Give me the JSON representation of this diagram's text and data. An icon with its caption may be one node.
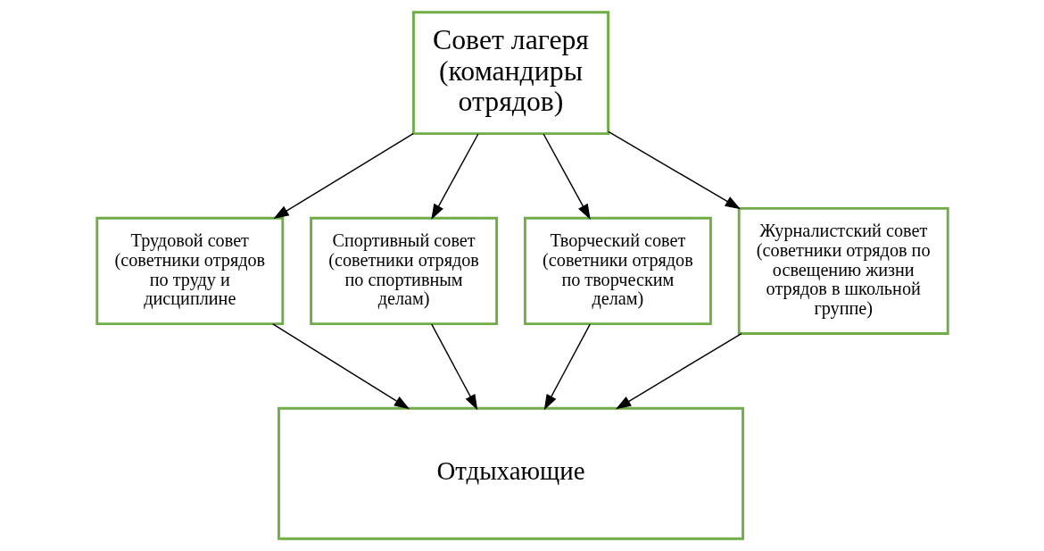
{
  "diagram": {
    "nodes": [
      {
        "text": [
          "Совет лагеря (командиры отрядов)"
        ]
      },
      {
        "text": [
          "Трудовой совет (советники отрядов по труду и дисциплине"
        ]
      },
      {
        "text": [
          "Спортивный совет (советники отрядов по спортивным делам)"
        ]
      },
      {
        "text": [
          "Творческий совет (советники отрядов по творческим делам)"
        ]
      },
      {
        "text": [
          "Журналистский совет (советники отрядов по освещению жизни отрядов в школьной группе)"
        ]
      },
      {
        "text": [
          "Отдыхающие"
        ]
      }
    ],
    "edges": [
      {
        "from": 0,
        "to": 1,
        "arrow": "to"
      },
      {
        "from": 0,
        "to": 2,
        "arrow": "to"
      },
      {
        "from": 0,
        "to": 3,
        "arrow": "to"
      },
      {
        "from": 0,
        "to": 4,
        "arrow": "to"
      },
      {
        "from": 1,
        "to": 5,
        "arrow": "to"
      },
      {
        "from": 2,
        "to": 5,
        "arrow": "to"
      },
      {
        "from": 3,
        "to": 5,
        "arrow": "to"
      },
      {
        "from": 4,
        "to": 5,
        "arrow": "to"
      }
    ]
  }
}
